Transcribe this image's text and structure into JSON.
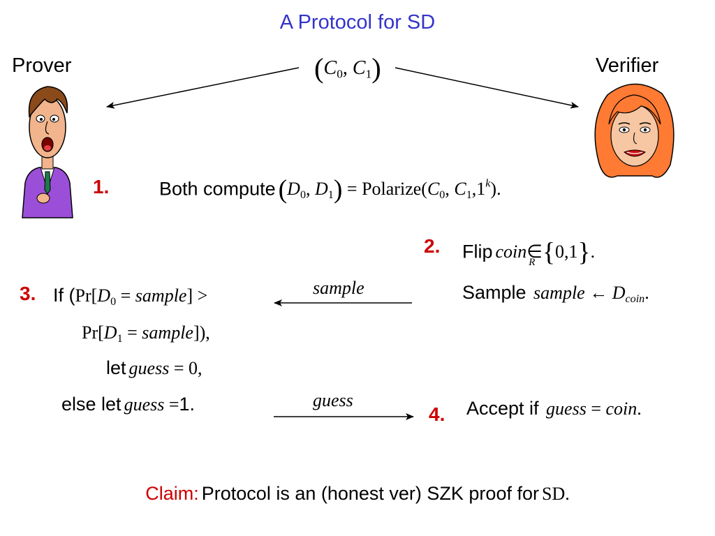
{
  "title": "A Protocol for SD",
  "colors": {
    "title": "#3333cc",
    "step_number": "#cc0000",
    "claim_label": "#cc0000",
    "text": "#000000"
  },
  "prover": {
    "label": "Prover",
    "icon": "prover-person-icon"
  },
  "verifier": {
    "label": "Verifier",
    "icon": "verifier-person-icon"
  },
  "input": {
    "c0": "C",
    "c0_sub": "0",
    "c1": "C",
    "c1_sub": "1"
  },
  "step1": {
    "number": "1.",
    "prefix": "Both compute",
    "d0": "D",
    "d0_sub": "0",
    "d1": "D",
    "d1_sub": "1",
    "eq": "= Polarize(",
    "c0": "C",
    "c0_sub": "0",
    "c1": "C",
    "c1_sub": "1",
    "one": "1",
    "k": "k",
    "close": ")."
  },
  "step2": {
    "number": "2.",
    "flip_word": "Flip",
    "coin": "coin",
    "in_symbol": "∈",
    "r": "R",
    "set": "0,1",
    "sample_word": "Sample",
    "sample": "sample",
    "arrow": "←",
    "d": "D",
    "d_sub": "coin"
  },
  "message1": {
    "label": "sample"
  },
  "message2": {
    "label": "guess"
  },
  "step3": {
    "number": "3.",
    "if_word": "If (",
    "pr": "Pr[",
    "d0": "D",
    "d0_sub": "0",
    "eq": "=",
    "sample": "sample",
    "gt": "] >",
    "d1": "D",
    "d1_sub": "1",
    "close": "]),",
    "let_word": "let",
    "guess": "guess",
    "eq0": "= 0,",
    "else_word": "else let",
    "eq1": "=",
    "one": "1."
  },
  "step4": {
    "number": "4.",
    "accept_word": "Accept if",
    "guess": "guess",
    "eq": "=",
    "coin": "coin",
    "period": "."
  },
  "claim": {
    "label": "Claim:",
    "text": "Protocol is an (honest ver) SZK proof for",
    "sd": "SD",
    "period": "."
  }
}
